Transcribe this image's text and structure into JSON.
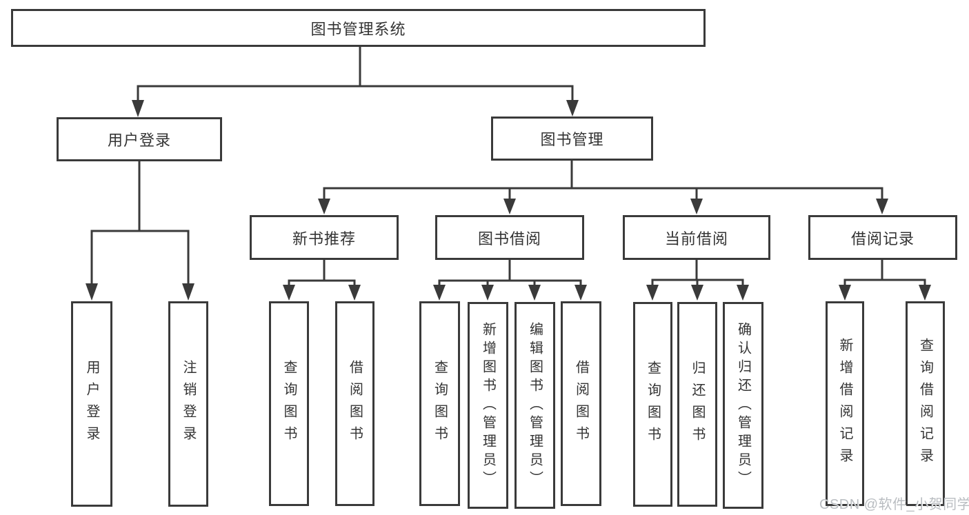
{
  "diagram": {
    "root": {
      "label": "图书管理系统"
    },
    "level2": {
      "user_login": {
        "label": "用户登录"
      },
      "book_management": {
        "label": "图书管理"
      }
    },
    "level3": {
      "new_book_recommend": {
        "label": "新书推荐"
      },
      "book_borrow": {
        "label": "图书借阅"
      },
      "current_borrow": {
        "label": "当前借阅"
      },
      "borrow_records": {
        "label": "借阅记录"
      }
    },
    "leaves": {
      "user_login": [
        "用户登录",
        "注销登录"
      ],
      "new_book_recommend": [
        "查询图书",
        "借阅图书"
      ],
      "book_borrow": [
        "查询图书",
        "新增图书（管理员）",
        "编辑图书（管理员）",
        "借阅图书"
      ],
      "current_borrow": [
        "查询图书",
        "归还图书",
        "确认归还（管理员）"
      ],
      "borrow_records": [
        "新增借阅记录",
        "查询借阅记录"
      ]
    }
  },
  "watermark": {
    "text": "CSDN @软件_小贺同学"
  },
  "colors": {
    "line": "#3a3a3a",
    "box_border": "#3a3a3a",
    "text": "#333333",
    "watermark": "#b9bdc1",
    "background": "#ffffff"
  }
}
